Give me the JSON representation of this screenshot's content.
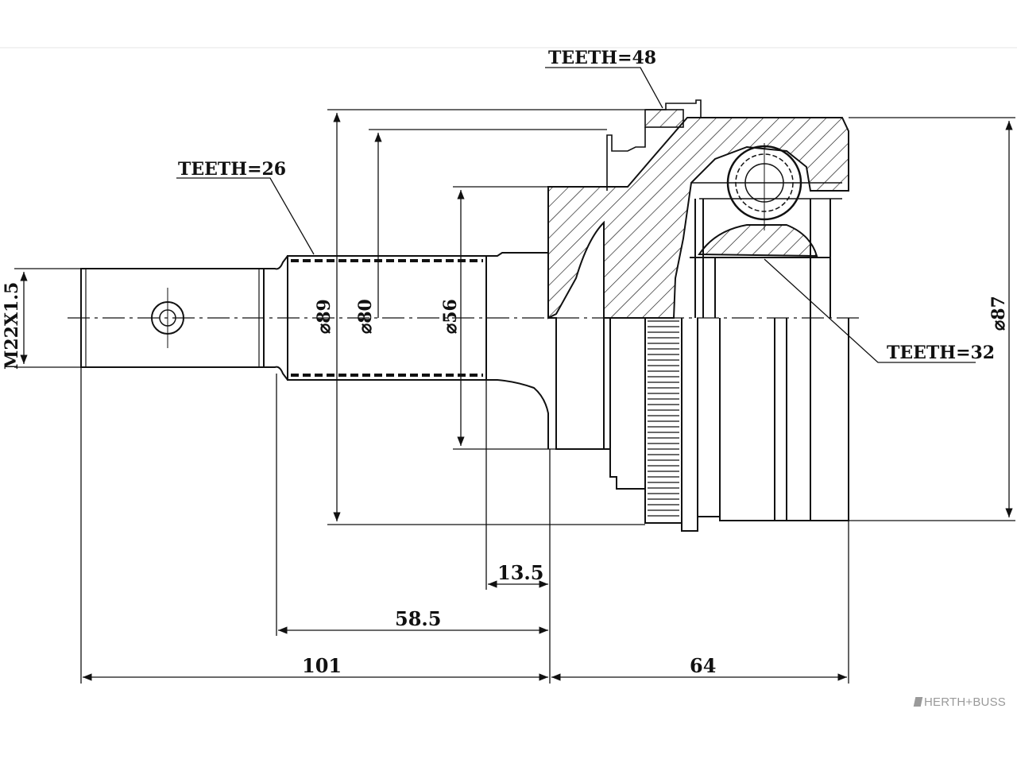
{
  "labels": {
    "teeth_48": "TEETH=48",
    "teeth_26": "TEETH=26",
    "teeth_32": "TEETH=32",
    "thread": "M22X1.5",
    "dia_89": "⌀89",
    "dia_80": "⌀80",
    "dia_56": "⌀56",
    "dia_87": "⌀87",
    "dim_13_5": "13.5",
    "dim_58_5": "58.5",
    "dim_101": "101",
    "dim_64": "64"
  },
  "brand": "HERTH+BUSS",
  "colors": {
    "line": "#111111",
    "background": "#ffffff",
    "brand": "#9a9a9a"
  }
}
